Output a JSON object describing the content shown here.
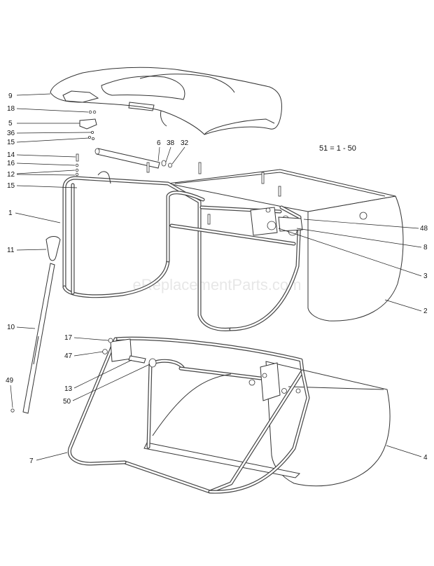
{
  "formula": "51 = 1 - 50",
  "watermark": "eReplacementParts.com",
  "callouts": [
    {
      "id": "c9",
      "text": "9"
    },
    {
      "id": "c18",
      "text": "18"
    },
    {
      "id": "c5",
      "text": "5"
    },
    {
      "id": "c36",
      "text": "36"
    },
    {
      "id": "c15a",
      "text": "15"
    },
    {
      "id": "c14",
      "text": "14"
    },
    {
      "id": "c16",
      "text": "16"
    },
    {
      "id": "c12",
      "text": "12"
    },
    {
      "id": "c15b",
      "text": "15"
    },
    {
      "id": "c6",
      "text": "6"
    },
    {
      "id": "c38",
      "text": "38"
    },
    {
      "id": "c32",
      "text": "32"
    },
    {
      "id": "c1",
      "text": "1"
    },
    {
      "id": "c11",
      "text": "11"
    },
    {
      "id": "c10",
      "text": "10"
    },
    {
      "id": "c49",
      "text": "49"
    },
    {
      "id": "c48",
      "text": "48"
    },
    {
      "id": "c8",
      "text": "8"
    },
    {
      "id": "c3",
      "text": "3"
    },
    {
      "id": "c2",
      "text": "2"
    },
    {
      "id": "c17",
      "text": "17"
    },
    {
      "id": "c47",
      "text": "47"
    },
    {
      "id": "c13",
      "text": "13"
    },
    {
      "id": "c50",
      "text": "50"
    },
    {
      "id": "c7",
      "text": "7"
    },
    {
      "id": "c4",
      "text": "4"
    }
  ]
}
